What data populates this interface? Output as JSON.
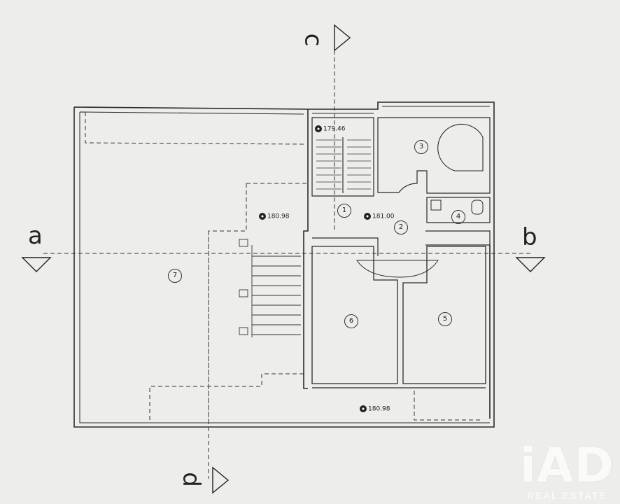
{
  "section_markers": {
    "a": "a",
    "b": "b",
    "c": "c",
    "d": "d"
  },
  "rooms": [
    "1",
    "2",
    "3",
    "4",
    "5",
    "6",
    "7"
  ],
  "levels": {
    "stair": "179.46",
    "terrace": "180.98",
    "hall": "181.00",
    "bottom": "180.98"
  },
  "watermark": {
    "main": "iAD",
    "sub": "REAL ESTATE"
  }
}
